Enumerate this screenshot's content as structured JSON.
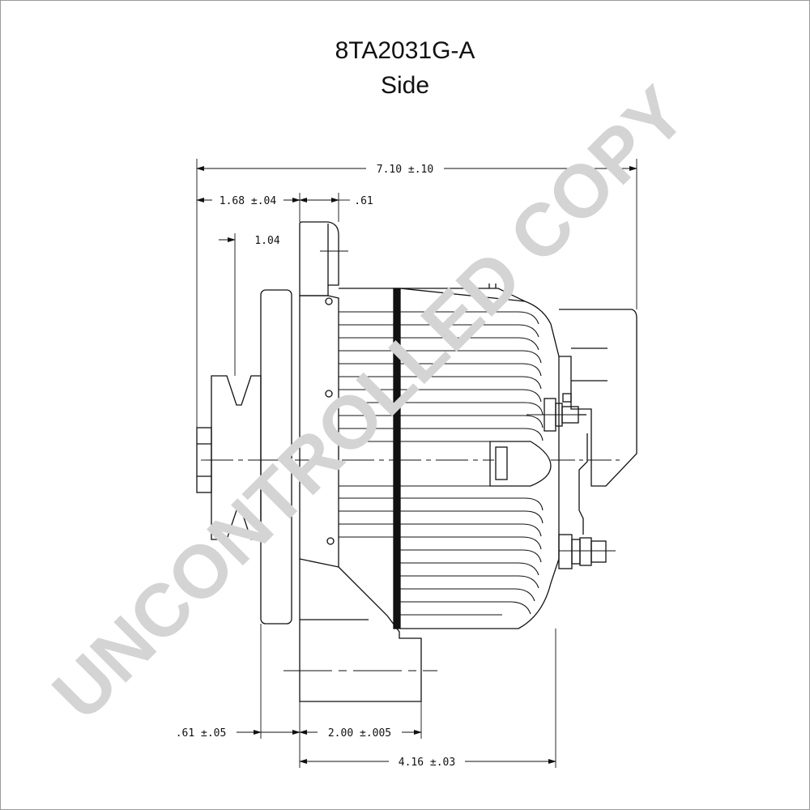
{
  "drawing": {
    "part_number": "8TA2031G-A",
    "view": "Side"
  },
  "dimensions": {
    "overall_length": "7.10 ±.10",
    "pulley_to_mount": "1.68 ±.04",
    "mount_ear_width": ".61",
    "pulley_offset": "1.04",
    "pulley_face": ".61 ±.05",
    "mount_span": "2.00 ±.005",
    "body_length": "4.16 ±.03"
  },
  "watermark": "UNCONTROLLED COPY"
}
